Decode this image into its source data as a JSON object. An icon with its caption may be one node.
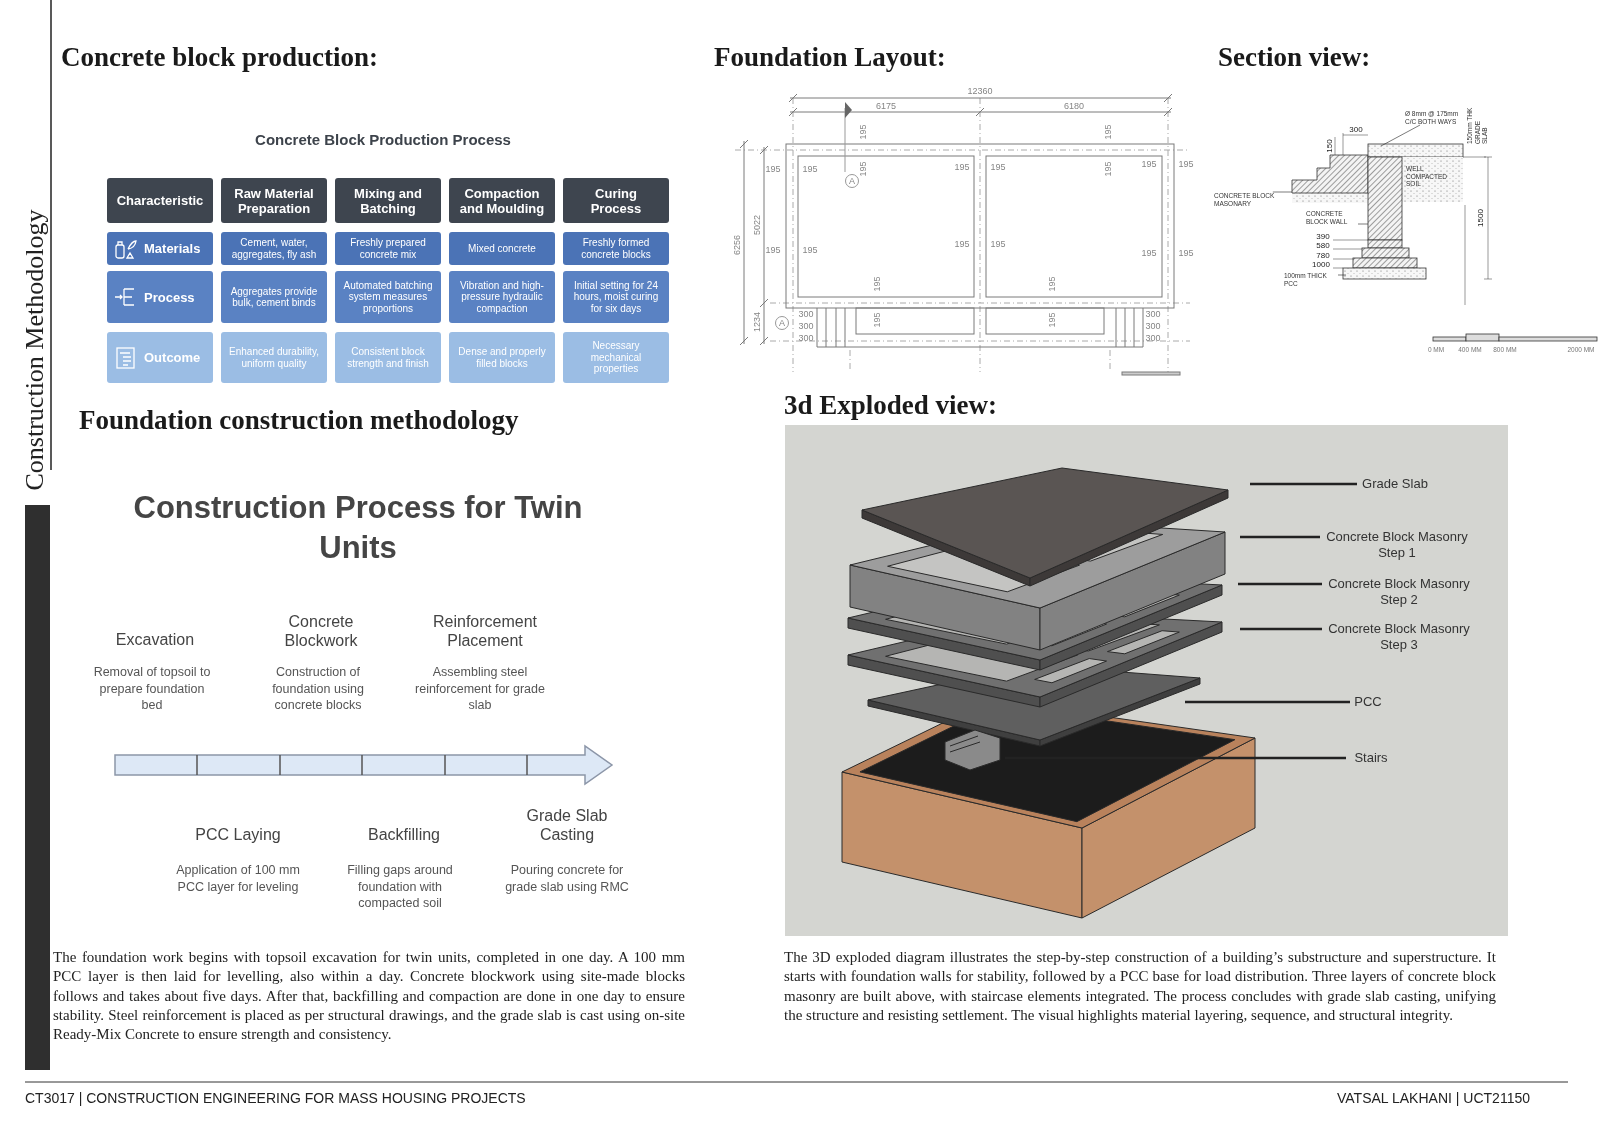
{
  "diagram": {
    "nodes": [
      {
        "text": [
          "Characteristic"
        ]
      },
      {
        "text": [
          "Raw Material Preparation"
        ]
      },
      {
        "text": [
          "Mixing and Batching"
        ]
      },
      {
        "text": [
          "Compaction and Moulding"
        ]
      },
      {
        "text": [
          "Curing Process"
        ]
      },
      {
        "text": [
          "Materials"
        ]
      },
      {
        "text": [
          "Cement, water, aggregates, fly ash"
        ]
      },
      {
        "text": [
          "Freshly prepared concrete mix"
        ]
      },
      {
        "text": [
          "Mixed concrete"
        ]
      },
      {
        "text": [
          "Freshly formed concrete blocks"
        ]
      },
      {
        "text": [
          "Process"
        ]
      },
      {
        "text": [
          "Aggregates provide bulk, cement binds"
        ]
      },
      {
        "text": [
          "Automated batching system measures proportions"
        ]
      },
      {
        "text": [
          "Vibration and high-pressure hydraulic compaction"
        ]
      },
      {
        "text": [
          "Initial setting for 24 hours, moist curing for six days"
        ]
      },
      {
        "text": [
          "Outcome"
        ]
      },
      {
        "text": [
          "Enhanced durability, uniform quality"
        ]
      },
      {
        "text": [
          "Consistent block strength and finish"
        ]
      },
      {
        "text": [
          "Dense and properly filled blocks"
        ]
      },
      {
        "text": [
          "Necessary mechanical properties"
        ]
      },
      {
        "text": [
          "Ø 8mm @ 175mm C/C BOTH WAYS"
        ]
      },
      {
        "text": [
          "CONCRETE BLOCK MASONARY"
        ]
      },
      {
        "text": [
          "CONCRETE BLOCK WALL"
        ]
      },
      {
        "text": [
          "100mm THICK PCC"
        ]
      },
      {
        "text": [
          "Grade Slab"
        ]
      },
      {
        "text": [
          "Concrete Block Masonry Step 1"
        ]
      },
      {
        "text": [
          "Concrete Block Masonry Step 2"
        ]
      },
      {
        "text": [
          "Concrete Block Masonry Step 3"
        ]
      },
      {
        "text": [
          "PCC"
        ]
      },
      {
        "text": [
          "Stairs"
        ]
      },
      {
        "text": [],
        "shape": "picture"
      }
    ],
    "edges": [
      {
        "from": 20,
        "to": null,
        "arrow": "none"
      },
      {
        "from": 21,
        "to": 30,
        "arrow": "none"
      },
      {
        "from": 22,
        "to": null,
        "arrow": "none"
      },
      {
        "from": 23,
        "to": null,
        "arrow": "none"
      },
      {
        "from": 24,
        "to": null,
        "arrow": "none"
      },
      {
        "from": 25,
        "to": null,
        "arrow": "none"
      },
      {
        "from": 26,
        "to": null,
        "arrow": "none"
      },
      {
        "from": 27,
        "to": null,
        "arrow": "none"
      },
      {
        "from": 28,
        "to": null,
        "arrow": "none"
      },
      {
        "from": 29,
        "to": null,
        "arrow": "none"
      }
    ],
    "labels": [
      "Concrete block production:",
      "Foundation Layout:",
      "Section view:",
      "Concrete Block Production Process",
      "12360",
      "6175",
      "6180",
      "195",
      "195",
      "195",
      "195",
      "195",
      "195",
      "195",
      "195",
      "195",
      "195",
      "195",
      "195",
      "195",
      "195",
      "195",
      "195",
      "195",
      "195",
      "195",
      "195",
      "6256",
      "5022",
      "1234",
      "300",
      "300",
      "300",
      "300",
      "300",
      "300",
      "A",
      "A",
      "150mm THK GRADE SLAB",
      "300",
      "150",
      "WELL COMPACTED SOIL",
      "1500",
      "390",
      "580",
      "780",
      "1000",
      "0 MM",
      "400 MM",
      "800 MM",
      "2000 MM",
      "Construction Methodology",
      "Foundation construction methodology",
      "3d Exploded view:",
      "Construction Process for Twin Units",
      "Excavation",
      "Removal of topsoil to prepare foundation bed",
      "Concrete Blockwork",
      "Construction of foundation using concrete blocks",
      "Reinforcement Placement",
      "Assembling steel reinforcement for grade slab",
      "PCC Laying",
      "Application of 100 mm PCC layer for leveling",
      "Backfilling",
      "Filling gaps around foundation with compacted soil",
      "Grade Slab Casting",
      "Pouring concrete for grade slab using RMC",
      "The foundation work begins with topsoil excavation for twin units, completed in one day. A 100 mm PCC layer is then laid for levelling, also within a day. Concrete blockwork using site-made blocks follows and takes about five days. After that, backfilling and compaction are done in one day to ensure stability. Steel reinforcement is placed as per structural drawings, and the grade slab is cast using on-site Ready-Mix Concrete to ensure strength and consistency.",
      "The 3D exploded diagram illustrates the step-by-step construction of a building’s substructure and superstructure. It starts with foundation walls for stability, followed by a PCC base for load distribution. Three layers of concrete block masonry are built above, with staircase elements integrated. The process concludes with grade slab casting, unifying the structure and resisting settlement. The visual highlights material layering, sequence, and structural integrity.",
      "CT3017 | CONSTRUCTION ENGINEERING FOR MASS HOUSING PROJECTS",
      "VATSAL LAKHANI | UCT21150"
    ]
  }
}
